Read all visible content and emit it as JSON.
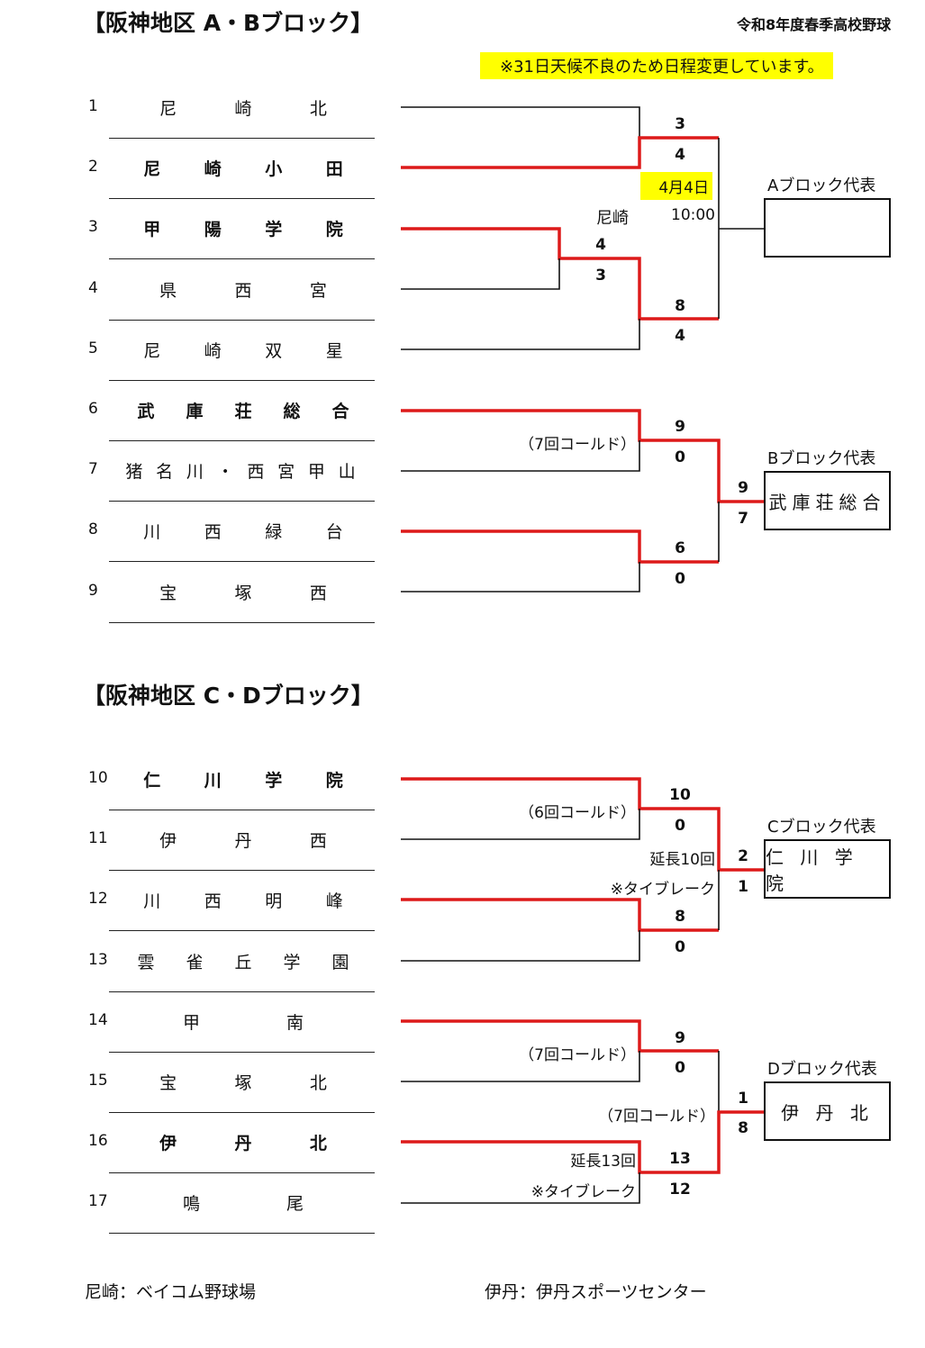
{
  "document": {
    "title": "令和8年度春季高校野球",
    "notice": "※31日天候不良のため日程変更しています。",
    "colors": {
      "winner_line": "#dd1a1a",
      "loser_line": "#111111",
      "highlight": "#ffff00"
    }
  },
  "sections": [
    {
      "title": "【阪神地区 A・Bブロック】",
      "teams": [
        {
          "seed": "1",
          "chars": [
            "尼",
            "崎",
            "北"
          ],
          "bold": false
        },
        {
          "seed": "2",
          "chars": [
            "尼",
            "崎",
            "小",
            "田"
          ],
          "bold": true
        },
        {
          "seed": "3",
          "chars": [
            "甲",
            "陽",
            "学",
            "院"
          ],
          "bold": true
        },
        {
          "seed": "4",
          "chars": [
            "県",
            "西",
            "宮"
          ],
          "bold": false
        },
        {
          "seed": "5",
          "chars": [
            "尼",
            "崎",
            "双",
            "星"
          ],
          "bold": false
        },
        {
          "seed": "6",
          "chars": [
            "武",
            "庫",
            "荘",
            "総",
            "合"
          ],
          "bold": true
        },
        {
          "seed": "7",
          "chars": [
            "猪",
            "名",
            "川",
            "・",
            "西",
            "宮",
            "甲",
            "山"
          ],
          "bold": false
        },
        {
          "seed": "8",
          "chars": [
            "川",
            "西",
            "緑",
            "台"
          ],
          "bold": false
        },
        {
          "seed": "9",
          "chars": [
            "宝",
            "塚",
            "西"
          ],
          "bold": false
        }
      ],
      "games": [
        {
          "id": "g3v4",
          "top_score": "4",
          "bottom_score": "3"
        },
        {
          "id": "g1v2",
          "top_score": "3",
          "bottom_score": "4"
        },
        {
          "id": "g34v5",
          "top_score": "8",
          "bottom_score": "4"
        },
        {
          "id": "g6v7",
          "top_score": "9",
          "bottom_score": "0",
          "note": "（7回コールド）"
        },
        {
          "id": "g8v9",
          "top_score": "6",
          "bottom_score": "0"
        },
        {
          "id": "gB_final",
          "top_score": "9",
          "bottom_score": "7"
        }
      ],
      "scheduled": {
        "date": "4月4日",
        "venue": "尼崎",
        "time": "10:00"
      },
      "blocks": [
        {
          "label": "Aブロック代表",
          "winner": ""
        },
        {
          "label": "Bブロック代表",
          "winner": "武庫荘総合"
        }
      ]
    },
    {
      "title": "【阪神地区 C・Dブロック】",
      "teams": [
        {
          "seed": "10",
          "chars": [
            "仁",
            "川",
            "学",
            "院"
          ],
          "bold": true
        },
        {
          "seed": "11",
          "chars": [
            "伊",
            "丹",
            "西"
          ],
          "bold": false
        },
        {
          "seed": "12",
          "chars": [
            "川",
            "西",
            "明",
            "峰"
          ],
          "bold": false
        },
        {
          "seed": "13",
          "chars": [
            "雲",
            "雀",
            "丘",
            "学",
            "園"
          ],
          "bold": false
        },
        {
          "seed": "14",
          "chars": [
            "甲",
            "南"
          ],
          "bold": false
        },
        {
          "seed": "15",
          "chars": [
            "宝",
            "塚",
            "北"
          ],
          "bold": false
        },
        {
          "seed": "16",
          "chars": [
            "伊",
            "丹",
            "北"
          ],
          "bold": true
        },
        {
          "seed": "17",
          "chars": [
            "鳴",
            "尾"
          ],
          "bold": false
        }
      ],
      "games": [
        {
          "id": "g10v11",
          "top_score": "10",
          "bottom_score": "0",
          "note": "（6回コールド）"
        },
        {
          "id": "g12v13",
          "top_score": "8",
          "bottom_score": "0"
        },
        {
          "id": "gC_final",
          "top_score": "2",
          "bottom_score": "1",
          "note_line1": "延長10回",
          "note_line2": "※タイブレーク"
        },
        {
          "id": "g14v15",
          "top_score": "9",
          "bottom_score": "0",
          "note": "（7回コールド）"
        },
        {
          "id": "g16v17",
          "top_score": "13",
          "bottom_score": "12",
          "note_line1": "延長13回",
          "note_line2": "※タイブレーク"
        },
        {
          "id": "gD_final",
          "top_score": "1",
          "bottom_score": "8",
          "note": "（7回コールド）"
        }
      ],
      "blocks": [
        {
          "label": "Cブロック代表",
          "winner": "仁 川 学 院"
        },
        {
          "label": "Dブロック代表",
          "winner": "伊 丹 北"
        }
      ]
    }
  ],
  "footer": {
    "venue_1": "尼崎：ベイコム野球場",
    "venue_2": "伊丹：伊丹スポーツセンター"
  }
}
